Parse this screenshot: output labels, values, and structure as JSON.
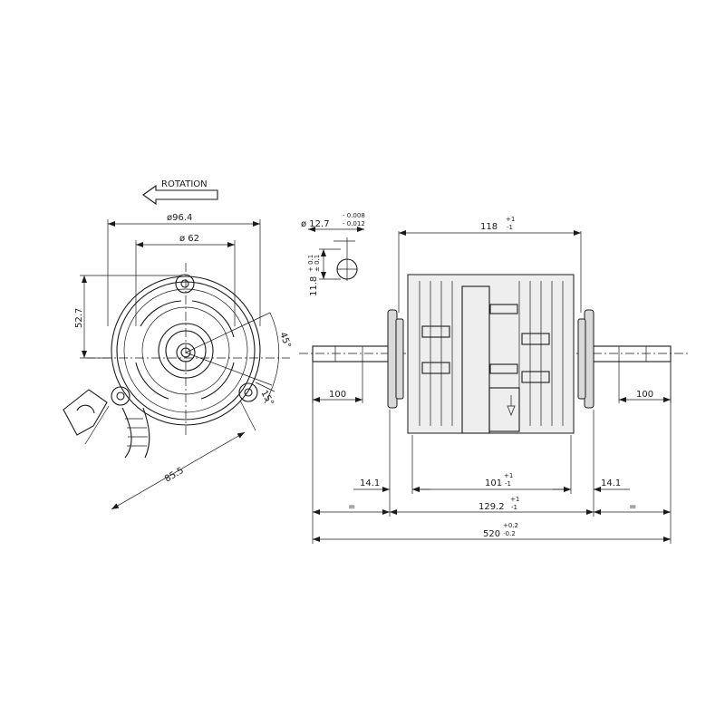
{
  "labels": {
    "rotation": "ROTATION",
    "dia_outer": "ø96.4",
    "dia_inner": "ø 62",
    "h_52_7": "52.7",
    "ang_45": "45°",
    "ang_15": "15°",
    "d_85_5": "85.5",
    "shaft_dia": "ø 12.7",
    "shaft_tol_up": "- 0.008",
    "shaft_tol_lo": "- 0.012",
    "key_tol": "+ 0.1",
    "key_tol2": "± 0.1",
    "key_11_8": "11.8",
    "w_118": "118",
    "tol_p1": "+1",
    "tol_m1": "-1",
    "shaft_100_left": "100",
    "shaft_100_right": "100",
    "d_14_1_left": "14.1",
    "d_101": "101",
    "d_14_1_right": "14.1",
    "eq_left": "=",
    "d_129_2": "129.2",
    "eq_right": "=",
    "d_520": "520",
    "tol_p02": "+0.2",
    "tol_m02": "-0.2"
  }
}
